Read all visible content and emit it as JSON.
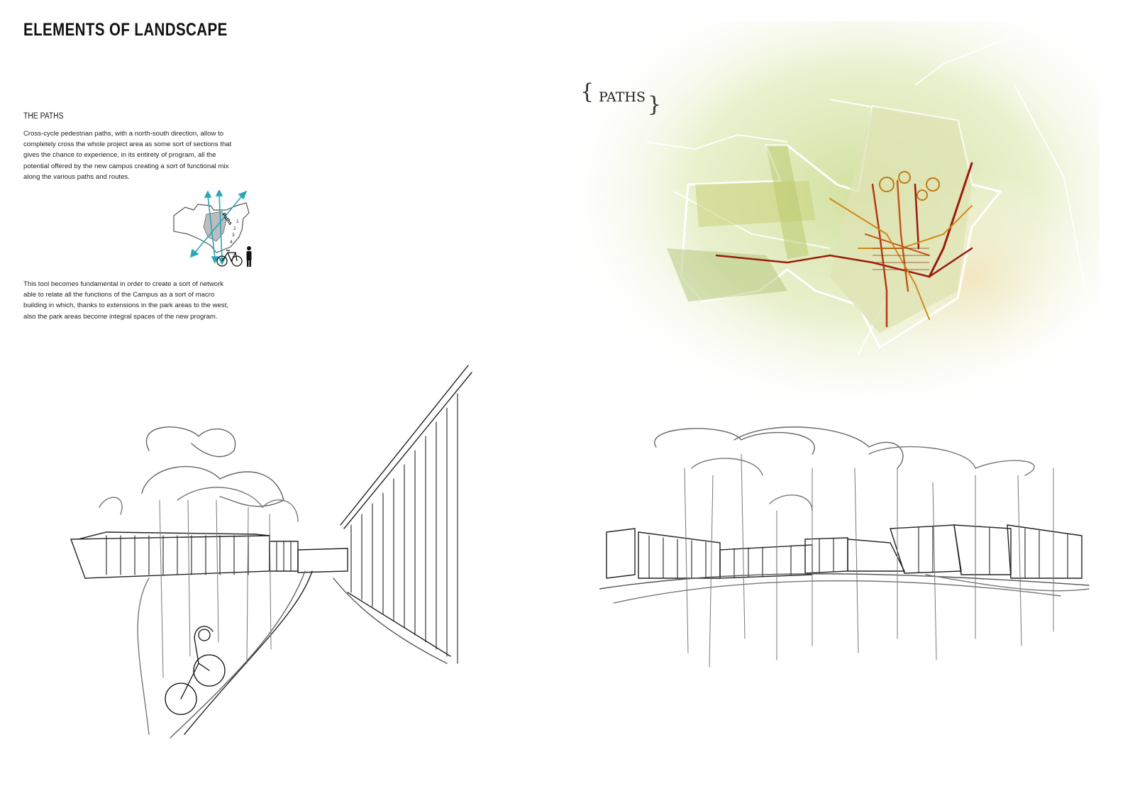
{
  "page": {
    "title": "ELEMENTS OF LANDSCAPE"
  },
  "section": {
    "heading": "THE PATHS",
    "paragraph_1": "Cross-cycle pedestrian paths, with a north-south direction, allow to completely cross the whole project area as some sort of sections that gives the chance to experience, in its entirety of program, all the potential offered by the new campus creating a sort of functional mix along the various paths and routes.",
    "paragraph_2": "This tool becomes fundamental in order to create a sort of network able to relate all the functions of the Campus as a sort of macro building in which, thanks to extensions in the park areas to the west, also the park areas become integral spaces of the new program."
  },
  "diagram": {
    "label": "Paths",
    "numbers": [
      "1",
      "2",
      "3",
      "4"
    ],
    "icons": [
      "bicycle-icon",
      "pedestrian-icon"
    ]
  },
  "map": {
    "label": "PATHS",
    "colors": {
      "green_wash": "#d9e6a8",
      "path_red": "#9b1b0c",
      "path_orange": "#d08a1c"
    }
  }
}
